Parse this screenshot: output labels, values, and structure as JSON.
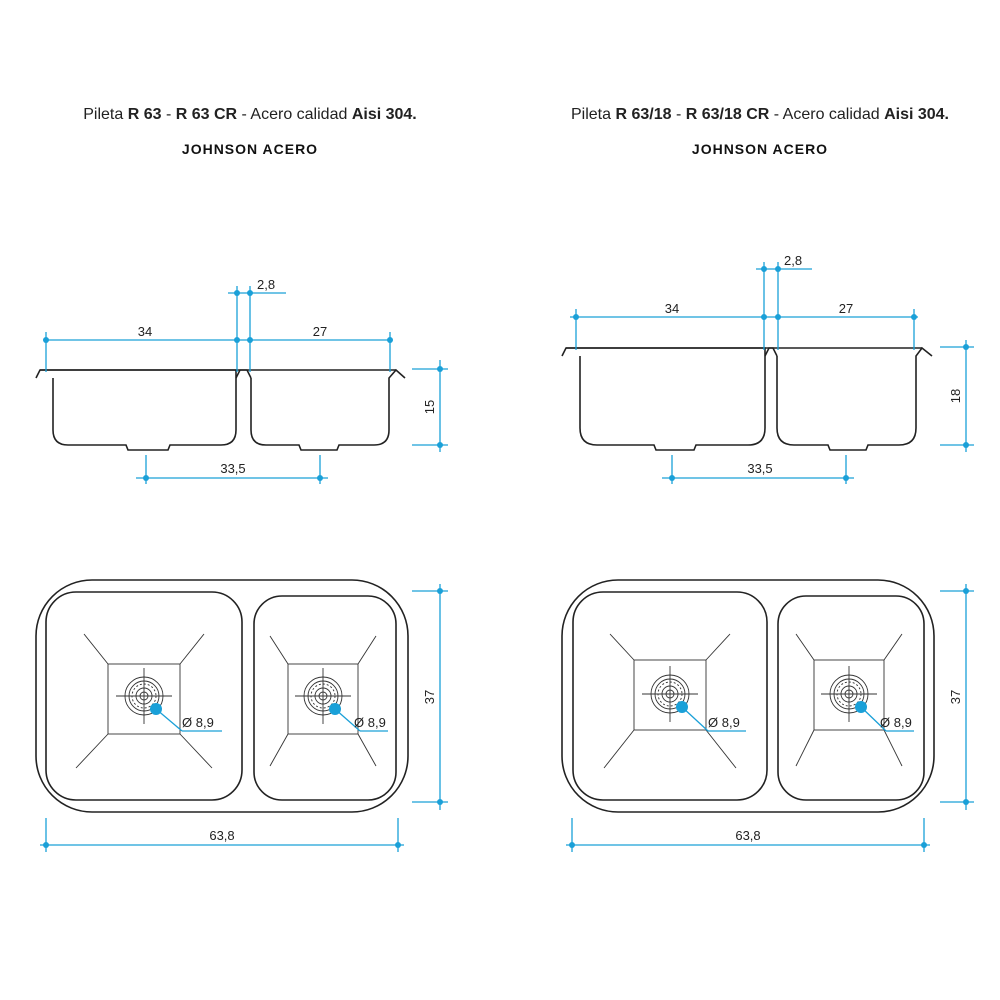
{
  "left": {
    "title_pre": "Pileta ",
    "title_model": "R 63",
    "title_sep": " - ",
    "title_model2": "R 63 CR",
    "title_mid": " - Acero calidad ",
    "title_steel": "Aisi 304.",
    "brand": "JOHNSON ACERO",
    "dims": {
      "gap": "2,8",
      "big_width": "34",
      "small_width": "27",
      "depth": "15",
      "drain_spacing": "33,5",
      "outer_depth": "37",
      "outer_width": "63,8",
      "drain_big": "Ø 8,9",
      "drain_small": "Ø 8,9"
    }
  },
  "right": {
    "title_pre": "Pileta ",
    "title_model": "R 63/18",
    "title_sep": " - ",
    "title_model2": "R 63/18 CR",
    "title_mid": " - Acero calidad ",
    "title_steel": "Aisi 304.",
    "brand": "JOHNSON ACERO",
    "dims": {
      "gap": "2,8",
      "big_width": "34",
      "small_width": "27",
      "depth": "18",
      "drain_spacing": "33,5",
      "outer_depth": "37",
      "outer_width": "63,8",
      "drain_big": "Ø 8,9",
      "drain_small": "Ø 8,9"
    }
  },
  "colors": {
    "dimension": "#1aa0d8",
    "outline": "#222222"
  }
}
